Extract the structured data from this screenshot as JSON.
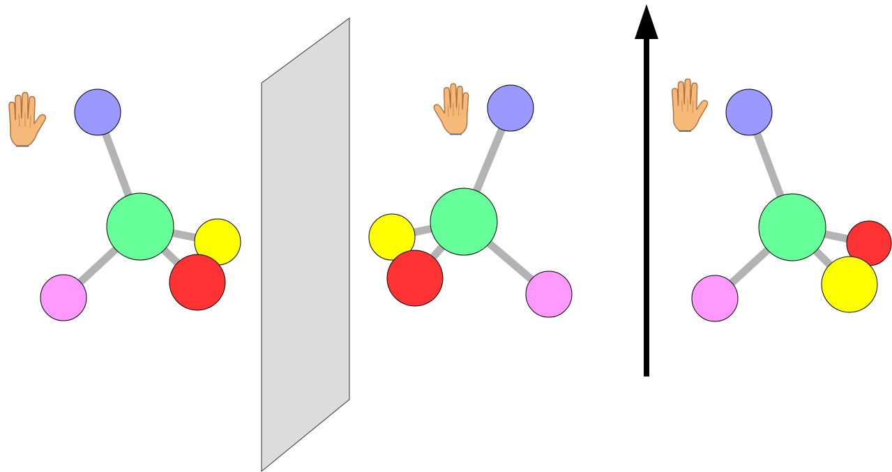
{
  "colors": {
    "bond": "#b3b3b3",
    "atom_outline": "#000000",
    "center_atom": "#66ff99",
    "blue_atom": "#9999ff",
    "pink_atom": "#ff99ff",
    "yellow_atom": "#ffff00",
    "red_atom": "#ff3333",
    "mirror_fill": "#dcdcdc",
    "mirror_outline": "#333333",
    "arrow": "#000000",
    "hand_skin": "#f5b97a",
    "hand_outline": "#b07040"
  },
  "molecules": [
    {
      "id": "original",
      "hand": "left",
      "front_atom": "red",
      "back_atom": "yellow"
    },
    {
      "id": "mirror-image",
      "hand": "right",
      "front_atom": "red",
      "back_atom": "yellow"
    },
    {
      "id": "rotated",
      "hand": "left",
      "front_atom": "yellow",
      "back_atom": "red"
    }
  ],
  "icons": {
    "hand": "hand-icon",
    "mirror": "mirror-plane",
    "arrow": "up-arrow-icon"
  }
}
